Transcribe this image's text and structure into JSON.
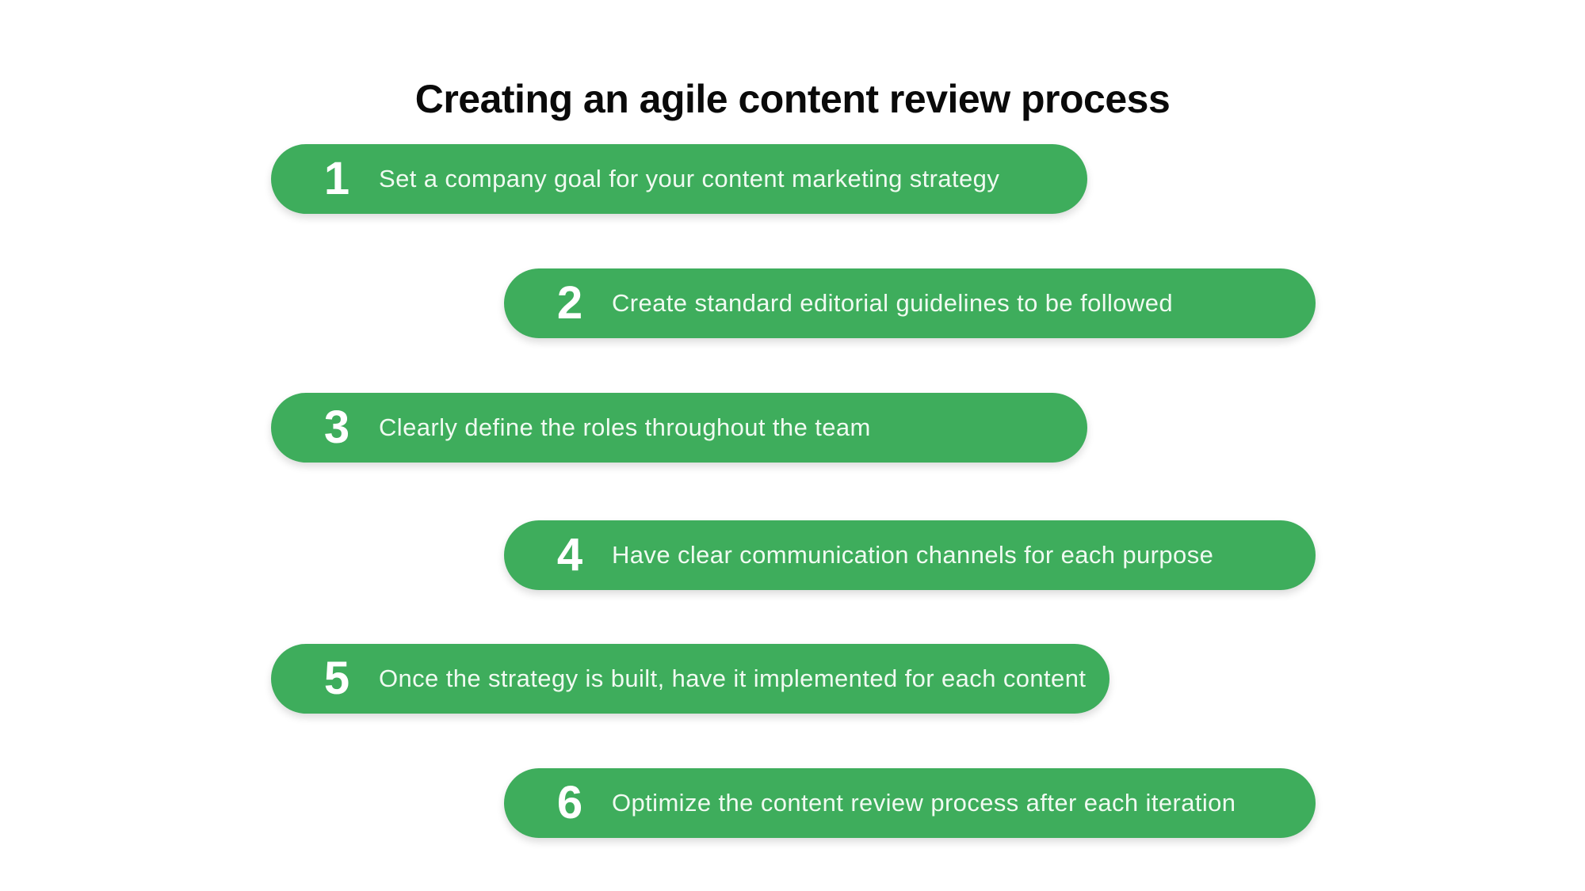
{
  "page": {
    "title": "Creating an agile content review process"
  },
  "theme": {
    "background_color": "#ffffff",
    "pill_color": "#3ead5c",
    "number_color": "#ffffff",
    "label_color": "#f0faf1",
    "title_color": "#0a0a0a"
  },
  "steps": [
    {
      "number": "1",
      "label": "Set a company goal for your content marketing strategy",
      "align": "left"
    },
    {
      "number": "2",
      "label": "Create standard editorial guidelines to be followed",
      "align": "right"
    },
    {
      "number": "3",
      "label": "Clearly define the roles throughout the team",
      "align": "left"
    },
    {
      "number": "4",
      "label": "Have clear communication channels for each purpose",
      "align": "right"
    },
    {
      "number": "5",
      "label": "Once the strategy is built, have it implemented for each content",
      "align": "left"
    },
    {
      "number": "6",
      "label": "Optimize the content review process after each iteration",
      "align": "right"
    }
  ]
}
